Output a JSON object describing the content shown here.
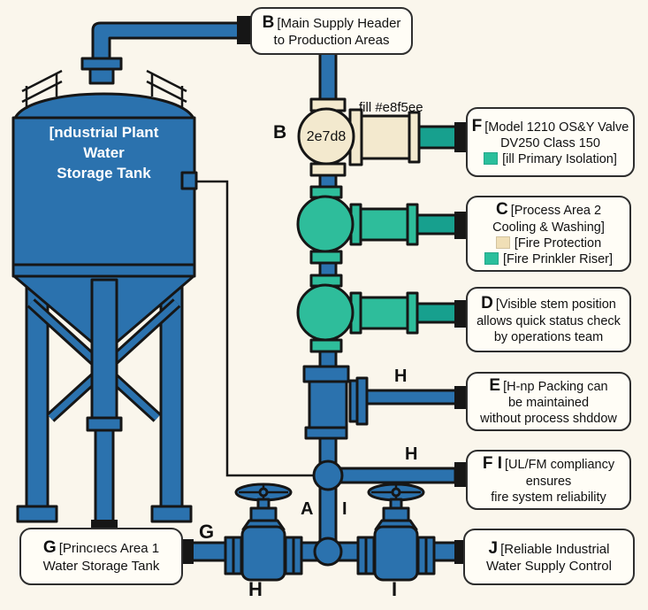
{
  "colors": {
    "background": "#faf6ec",
    "blue": "#2b72ae",
    "teal": "#17a08e",
    "green": "#2ebd9b",
    "cream": "#f3e9ce",
    "legend_cream": "#f0dfb6",
    "legend_green": "#2abf9c",
    "outline": "#161616",
    "box_bg": "#fffdf6",
    "box_border": "#2e2e2e",
    "text": "#111111"
  },
  "tank": {
    "label_line1": "[ndustrial Plant",
    "label_line2": "Water",
    "label_line3": "Storage Tank"
  },
  "top_valve": {
    "letter": "B",
    "body_code": "2e7d8",
    "fill_note": "fill #e8f5ee"
  },
  "pipe_labels": {
    "upper_branch": "H",
    "lower_branch": "H",
    "riser_a": "A",
    "riser_i": "I",
    "supply_g": "G",
    "valve_h": "H",
    "valve_i": "I"
  },
  "callouts": {
    "b": {
      "letter": "B",
      "line1": "[Main Supply Header",
      "line2": "to Production Areas"
    },
    "f": {
      "letter": "F",
      "line1": "[Model 1210 OS&Y Valve",
      "line2": "DV250 Class 150",
      "legend_green": "[ill Primary Isolation]"
    },
    "c": {
      "letter": "C",
      "line1": "[Process Area 2",
      "line2": "Cooling & Washing]",
      "legend_cream": "[Fire Protection",
      "legend_green": "[Fire Prinkler Riser]"
    },
    "d": {
      "letter": "D",
      "line1": "[Visible stem position",
      "line2": "allows quick status check",
      "line3": "by operations team"
    },
    "e": {
      "letter": "E",
      "line1": "[H-np Packing can",
      "line2": "be maintained",
      "line3": "without process shddow"
    },
    "fi": {
      "letter": "F I",
      "line1": "[UL/FM compliancy",
      "line2": "ensures",
      "line3": "fire system reliability"
    },
    "j": {
      "letter": "J",
      "line1": "[Reliable Industrial",
      "line2": "Water Supply Control"
    },
    "g": {
      "letter": "G",
      "line1": "[Princıecs Area 1",
      "line2": "Water Storage Tank"
    }
  }
}
